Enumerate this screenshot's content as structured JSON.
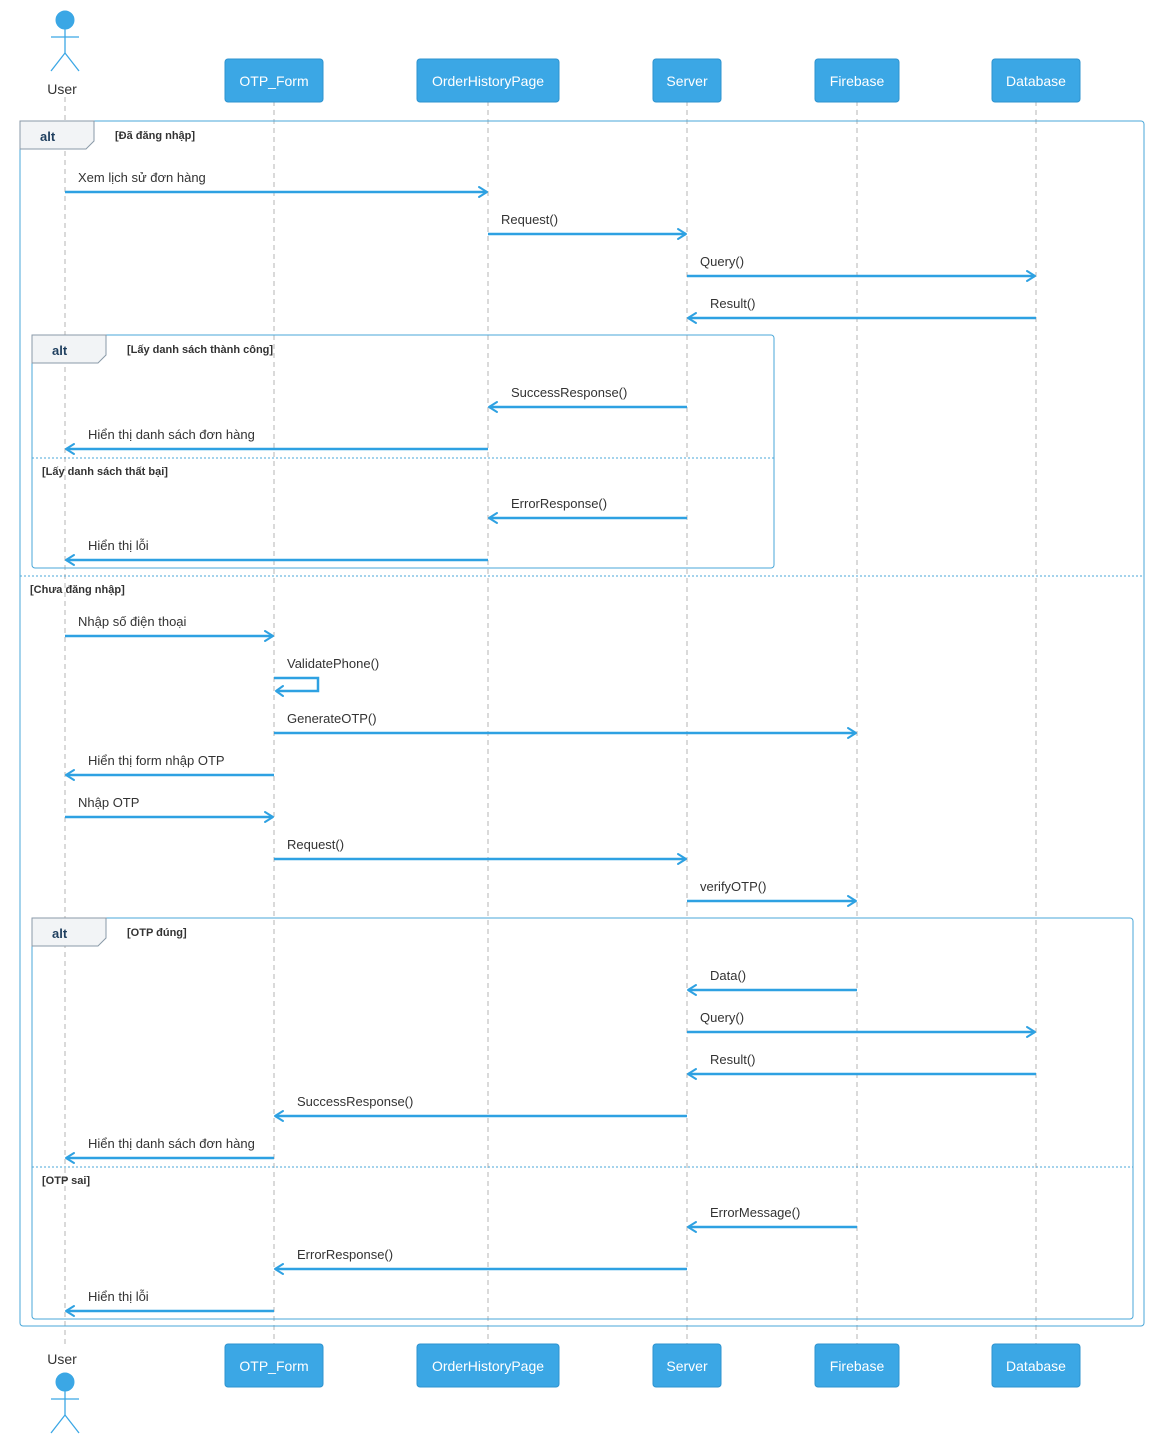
{
  "participants": [
    {
      "id": "user",
      "label": "User",
      "type": "actor"
    },
    {
      "id": "otp",
      "label": "OTP_Form",
      "type": "box"
    },
    {
      "id": "ohp",
      "label": "OrderHistoryPage",
      "type": "box"
    },
    {
      "id": "server",
      "label": "Server",
      "type": "box"
    },
    {
      "id": "firebase",
      "label": "Firebase",
      "type": "box"
    },
    {
      "id": "db",
      "label": "Database",
      "type": "box"
    }
  ],
  "frames": [
    {
      "operator": "alt",
      "guards": [
        "[Đã đăng nhập]",
        "[Chưa đăng nhập]"
      ]
    },
    {
      "operator": "alt",
      "guards": [
        "[Lấy danh sách thành công]",
        "[Lấy danh sách thất bại]"
      ]
    },
    {
      "operator": "alt",
      "guards": [
        "[OTP đúng]",
        "[OTP sai]"
      ]
    }
  ],
  "messages": [
    {
      "from": "user",
      "to": "ohp",
      "label": "Xem lịch sử đơn hàng"
    },
    {
      "from": "ohp",
      "to": "server",
      "label": "Request()"
    },
    {
      "from": "server",
      "to": "db",
      "label": "Query()"
    },
    {
      "from": "db",
      "to": "server",
      "label": "Result()"
    },
    {
      "from": "server",
      "to": "ohp",
      "label": "SuccessResponse()"
    },
    {
      "from": "ohp",
      "to": "user",
      "label": "Hiển thị danh sách đơn hàng"
    },
    {
      "from": "server",
      "to": "ohp",
      "label": "ErrorResponse()"
    },
    {
      "from": "ohp",
      "to": "user",
      "label": "Hiển thị lỗi"
    },
    {
      "from": "user",
      "to": "otp",
      "label": "Nhập số điện thoại"
    },
    {
      "from": "otp",
      "to": "otp",
      "label": "ValidatePhone()"
    },
    {
      "from": "otp",
      "to": "firebase",
      "label": "GenerateOTP()"
    },
    {
      "from": "otp",
      "to": "user",
      "label": "Hiển thị form nhập OTP"
    },
    {
      "from": "user",
      "to": "otp",
      "label": "Nhập OTP"
    },
    {
      "from": "otp",
      "to": "server",
      "label": "Request()"
    },
    {
      "from": "server",
      "to": "firebase",
      "label": "verifyOTP()"
    },
    {
      "from": "firebase",
      "to": "server",
      "label": "Data()"
    },
    {
      "from": "server",
      "to": "db",
      "label": "Query()"
    },
    {
      "from": "db",
      "to": "server",
      "label": "Result()"
    },
    {
      "from": "server",
      "to": "otp",
      "label": "SuccessResponse()"
    },
    {
      "from": "otp",
      "to": "user",
      "label": "Hiển thị danh sách đơn hàng"
    },
    {
      "from": "firebase",
      "to": "server",
      "label": "ErrorMessage()"
    },
    {
      "from": "server",
      "to": "otp",
      "label": "ErrorResponse()"
    },
    {
      "from": "otp",
      "to": "user",
      "label": "Hiển thị lỗi"
    }
  ]
}
